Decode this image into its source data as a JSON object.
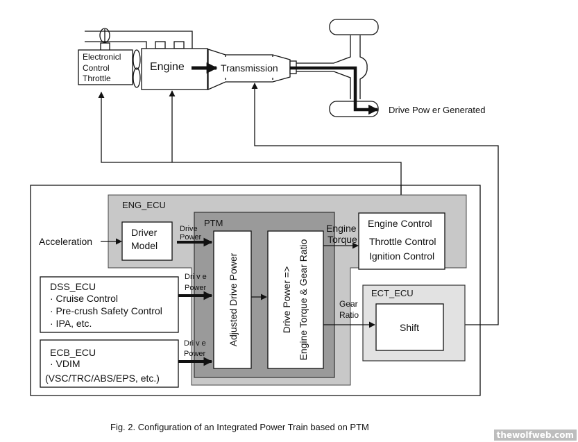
{
  "top": {
    "throttle_lines": [
      "Electronicl",
      "Control",
      "Throttle"
    ],
    "engine": "Engine",
    "transmission": "Transmission",
    "drive_power_generated": "Drive Pow er Generated"
  },
  "system": {
    "eng_ecu": "ENG_ECU",
    "acceleration": "Acceleration",
    "driver_model_lines": [
      "Driver",
      "Model"
    ],
    "drive_power_label": [
      "Drive",
      "Power"
    ],
    "drive_power_label_spaced": [
      "Dri v e",
      "Power"
    ],
    "ptm": "PTM",
    "adjusted_drive_power": "Adjusted Drive Power",
    "conversion_line1": "Drive Power  =>",
    "conversion_line2": "Engine Torque & Gear Ratio",
    "engine_torque_label": [
      "Engine",
      "Torque"
    ],
    "engine_control": {
      "title": "Engine Control",
      "items": [
        "Throttle Control",
        "Ignition Control"
      ]
    },
    "dss_ecu": {
      "title": "DSS_ECU",
      "items": [
        "· Cruise Control",
        "· Pre-crush Safety Control",
        "· IPA, etc."
      ]
    },
    "ecb_ecu": {
      "title": "ECB_ECU",
      "items": [
        "· VDIM",
        "(VSC/TRC/ABS/EPS, etc.)"
      ]
    },
    "gear_ratio_label": [
      "Gear",
      "Ratio"
    ],
    "ect_ecu": "ECT_ECU",
    "shift": "Shift"
  },
  "caption": "Fig. 2.  Configuration of an Integrated Power Train based on PTM",
  "watermark": "thewolfweb.com",
  "colors": {
    "eng_ecu_fill": "#c8c8c8",
    "ptm_fill": "#9a9a9a",
    "ect_ecu_fill": "#e2e2e2",
    "line": "#111111"
  }
}
